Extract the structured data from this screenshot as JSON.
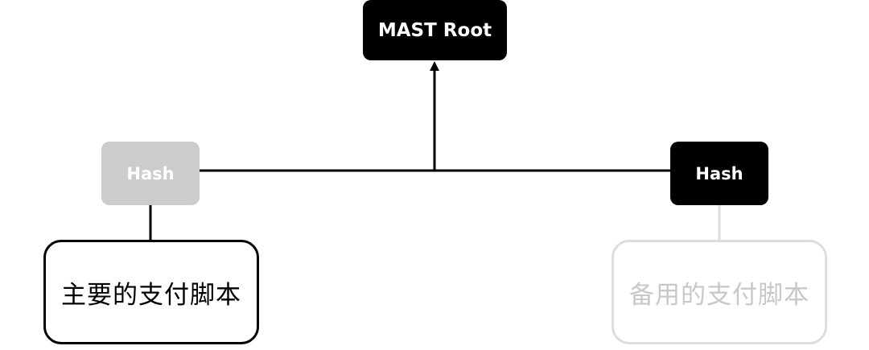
{
  "root": {
    "label": "MAST Root"
  },
  "hash_left": {
    "label": "Hash"
  },
  "hash_right": {
    "label": "Hash"
  },
  "script_main": {
    "label": "主要的支付脚本"
  },
  "script_backup": {
    "label": "备用的支付脚本"
  },
  "colors": {
    "active": "#000000",
    "faded_node": "#cccccc",
    "faded_border": "#dddddd",
    "faded_text": "#c8c8c8"
  }
}
